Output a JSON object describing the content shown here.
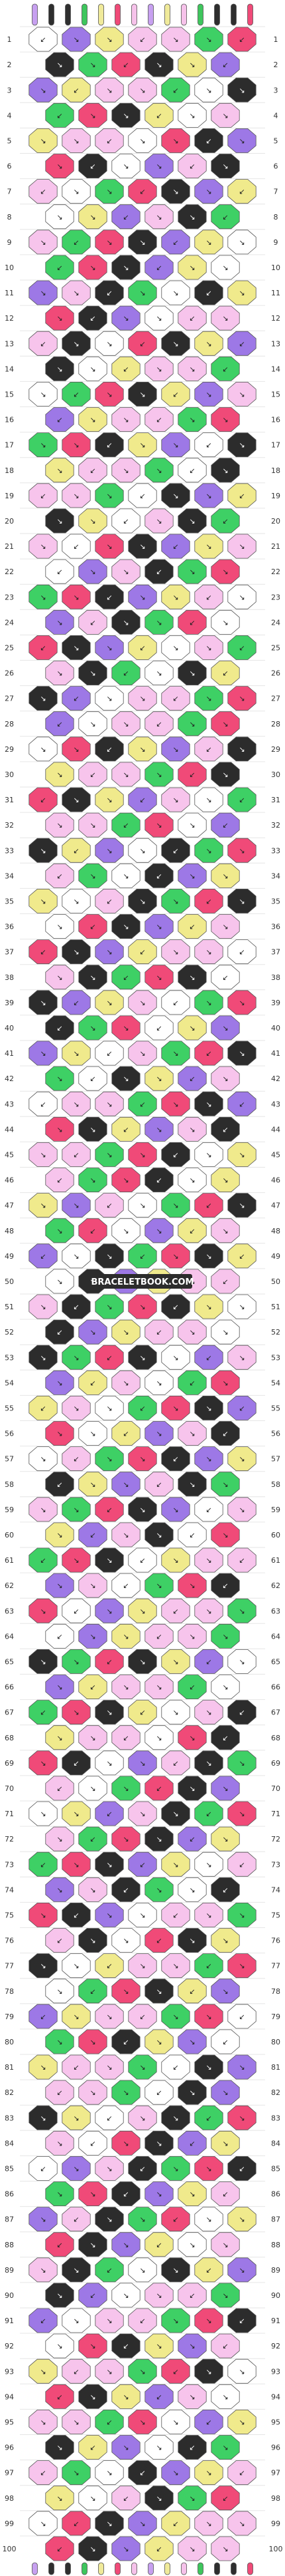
{
  "watermark": "BRACELETBOOK.COM",
  "strings": [
    "A",
    "B",
    "C",
    "D",
    "E",
    "F",
    "G",
    "H",
    "I",
    "J",
    "K",
    "L",
    "M",
    "N"
  ],
  "colors": {
    "A": "#c7a0f0",
    "B": "#2e2e2e",
    "C": "#2f2f2f",
    "D": "#3ec65d",
    "E": "#f0ea9a",
    "F": "#f04a78",
    "G": "#f6c2ea",
    "H": "#c7a0f0",
    "I": "#f0ea9a",
    "J": "#f6c2ea",
    "K": "#3ec65d",
    "L": "#2e2e2e",
    "M": "#2e2e2e",
    "N": "#f04a78"
  },
  "palette": [
    "#9d78e6",
    "#2c2c2c",
    "#3ed065",
    "#f0ea8c",
    "#f04a78",
    "#f7c4ec",
    "#ffffff"
  ],
  "row_count": 100,
  "rows": {
    "left_numbers": [
      "1",
      "2",
      "3",
      "4",
      "5",
      "6",
      "7",
      "8",
      "9",
      "10",
      "11",
      "12",
      "13",
      "14",
      "15",
      "16",
      "17",
      "18",
      "19",
      "20",
      "21",
      "22",
      "23",
      "24",
      "25",
      "26",
      "27",
      "28",
      "29",
      "30",
      "31",
      "32",
      "33",
      "34",
      "35",
      "36",
      "37",
      "38",
      "39",
      "40",
      "41",
      "42",
      "43",
      "44",
      "45",
      "46",
      "47",
      "48",
      "49",
      "50",
      "51",
      "52",
      "53",
      "54",
      "55",
      "56",
      "57",
      "58",
      "59",
      "60",
      "61",
      "62",
      "63",
      "64",
      "65",
      "66",
      "67",
      "68",
      "69",
      "70",
      "71",
      "72",
      "73",
      "74",
      "75",
      "76",
      "77",
      "78",
      "79",
      "80",
      "81",
      "82",
      "83",
      "84",
      "85",
      "86",
      "87",
      "88",
      "89",
      "90",
      "91",
      "92",
      "93",
      "94",
      "95",
      "96",
      "97",
      "98",
      "99",
      "100"
    ],
    "right_numbers": [
      "1",
      "2",
      "3",
      "4",
      "5",
      "6",
      "7",
      "8",
      "9",
      "10",
      "11",
      "12",
      "13",
      "14",
      "15",
      "16",
      "17",
      "18",
      "19",
      "20",
      "21",
      "22",
      "23",
      "24",
      "25",
      "26",
      "27",
      "28",
      "29",
      "30",
      "31",
      "32",
      "33",
      "34",
      "35",
      "36",
      "37",
      "38",
      "39",
      "40",
      "41",
      "42",
      "43",
      "44",
      "45",
      "46",
      "47",
      "48",
      "49",
      "50",
      "51",
      "52",
      "53",
      "54",
      "55",
      "56",
      "57",
      "58",
      "59",
      "60",
      "61",
      "62",
      "63",
      "64",
      "65",
      "66",
      "67",
      "68",
      "69",
      "70",
      "71",
      "72",
      "73",
      "74",
      "75",
      "76",
      "77",
      "78",
      "79",
      "80",
      "81",
      "82",
      "83",
      "84",
      "85",
      "86",
      "87",
      "88",
      "89",
      "90",
      "91",
      "92",
      "93",
      "94",
      "95",
      "96",
      "97",
      "98",
      "99",
      "100"
    ]
  }
}
